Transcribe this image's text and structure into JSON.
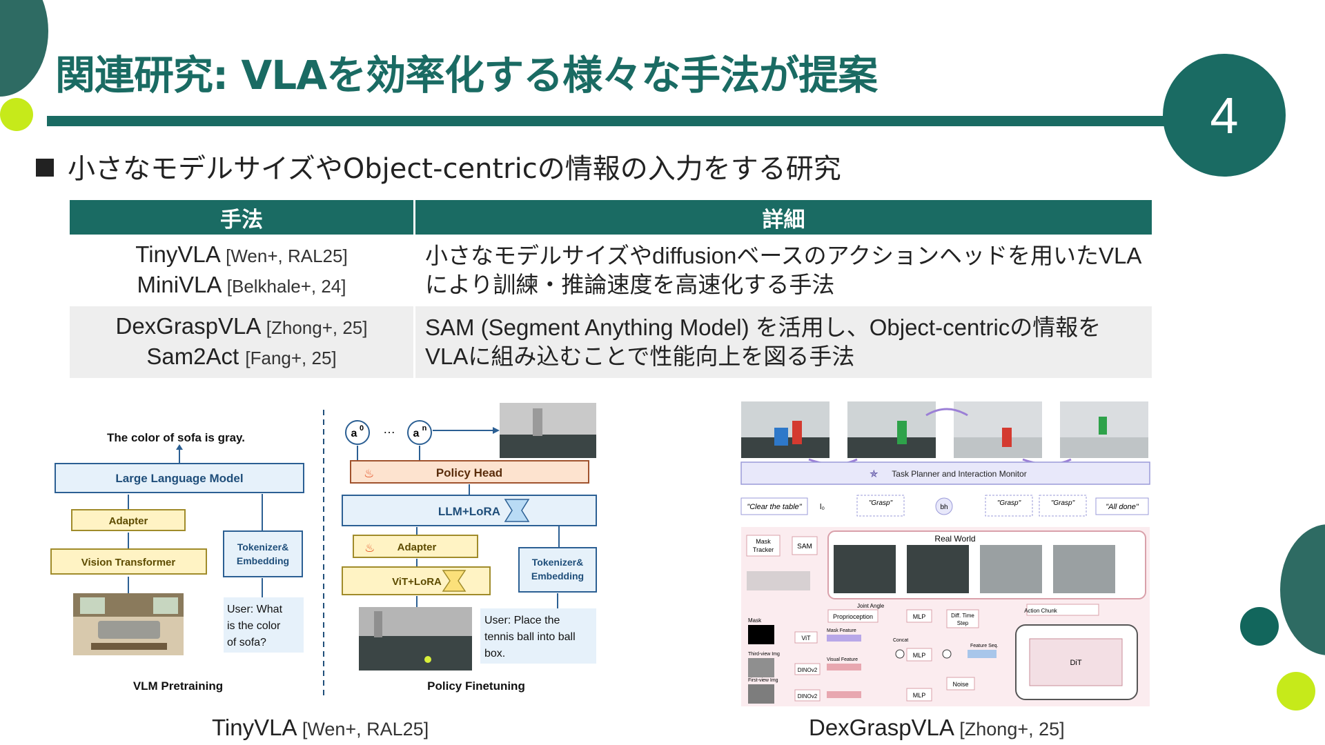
{
  "slide": {
    "title": "関連研究: VLAを効率化する様々な手法が提案",
    "page_number": "4",
    "bullet": "小さなモデルサイズやObject-centricの情報の入力をする研究"
  },
  "table": {
    "headers": [
      "手法",
      "詳細"
    ],
    "rows": [
      {
        "methods": [
          {
            "name": "TinyVLA",
            "cite": "[Wen+, RAL25]"
          },
          {
            "name": "MiniVLA",
            "cite": "[Belkhale+, 24]"
          }
        ],
        "detail_lines": [
          "小さなモデルサイズやdiffusionベースのアクションヘッドを用いたVLA",
          "により訓練・推論速度を高速化する手法"
        ]
      },
      {
        "methods": [
          {
            "name": "DexGraspVLA",
            "cite": "[Zhong+, 25]"
          },
          {
            "name": "Sam2Act",
            "cite": "[Fang+, 25]"
          }
        ],
        "detail_lines": [
          "SAM (Segment Anything Model) を活用し、Object-centricの情報を",
          "VLAに組み込むことで性能向上を図る手法"
        ]
      }
    ]
  },
  "tinyvla_figure": {
    "vlm_output": "The color of sofa is gray.",
    "llm": "Large Language Model",
    "adapter": "Adapter",
    "vit": "Vision Transformer",
    "tokenizer": [
      "Tokenizer&",
      "Embedding"
    ],
    "user_q": [
      "User: What",
      "is the color",
      "of sofa?"
    ],
    "left_caption": "VLM Pretraining",
    "a0": "a",
    "a0_sup": "0",
    "ellipsis": "…",
    "an": "a",
    "an_sup": "n",
    "policy_head": "Policy Head",
    "llm_lora": "LLM+LoRA",
    "adapter2": "Adapter",
    "vit_lora": "ViT+LoRA",
    "tokenizer2": [
      "Tokenizer&",
      "Embedding"
    ],
    "user_cmd": [
      "User: Place the",
      "tennis ball into ball",
      "box."
    ],
    "right_caption": "Policy Finetuning",
    "caption_name": "TinyVLA",
    "caption_cite": "[Wen+, RAL25]"
  },
  "dexgrasp_figure": {
    "planner": "Task Planner and Interaction Monitor",
    "prompt_clear": "\"Clear the table\"",
    "l0": "l₀",
    "grasp1": "\"Grasp\"",
    "bh": "bh",
    "grasp2": "\"Grasp\"",
    "grasp3": "\"Grasp\"",
    "all_done": "\"All done\"",
    "mask_tracker": [
      "Mask",
      "Tracker"
    ],
    "sam": "SAM",
    "real_world": "Real World",
    "joint_angle": "Joint Angle",
    "proprioception": "Proprioception",
    "mlp": "MLP",
    "diff_time": [
      "Diff. Time",
      "Step"
    ],
    "action_chunk": "Action Chunk",
    "mask": "Mask",
    "vit": "ViT",
    "mask_feature": "Mask Feature",
    "concat": "Concat",
    "feature_seq": "Feature Seq.",
    "third_view": "Third-view Img",
    "visual_feature": "Visual Feature",
    "dinov2": "DINOv2",
    "first_view": "First-view Img",
    "noise": "Noise",
    "dit": "DiT",
    "caption_name": "DexGraspVLA",
    "caption_cite": "[Zhong+, 25]"
  }
}
